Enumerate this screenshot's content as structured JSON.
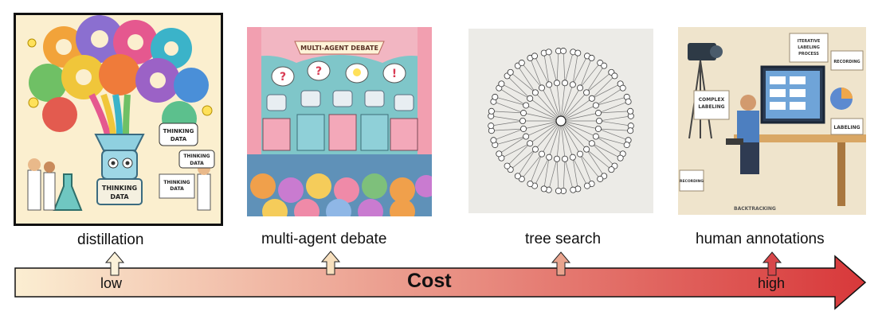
{
  "panels": [
    {
      "caption": "distillation",
      "labels": [
        "THINKING DATA",
        "THINKING DATA",
        "THINKING DATA",
        "THINKING"
      ],
      "selected": true
    },
    {
      "caption": "multi-agent debate",
      "banner": "MULTI-AGENT DEBATE"
    },
    {
      "caption": "tree search"
    },
    {
      "caption": "human annotations",
      "labels": [
        "COMPLEX LABELING",
        "ITERATIVE LABELING PROCESS",
        "RECORDING",
        "LABELING",
        "BACKTRACKING",
        "RECORDING"
      ]
    }
  ],
  "cost_axis": {
    "label": "Cost",
    "low": "low",
    "high": "high",
    "gradient_start": "#fbeed2",
    "gradient_end": "#d8383a"
  }
}
